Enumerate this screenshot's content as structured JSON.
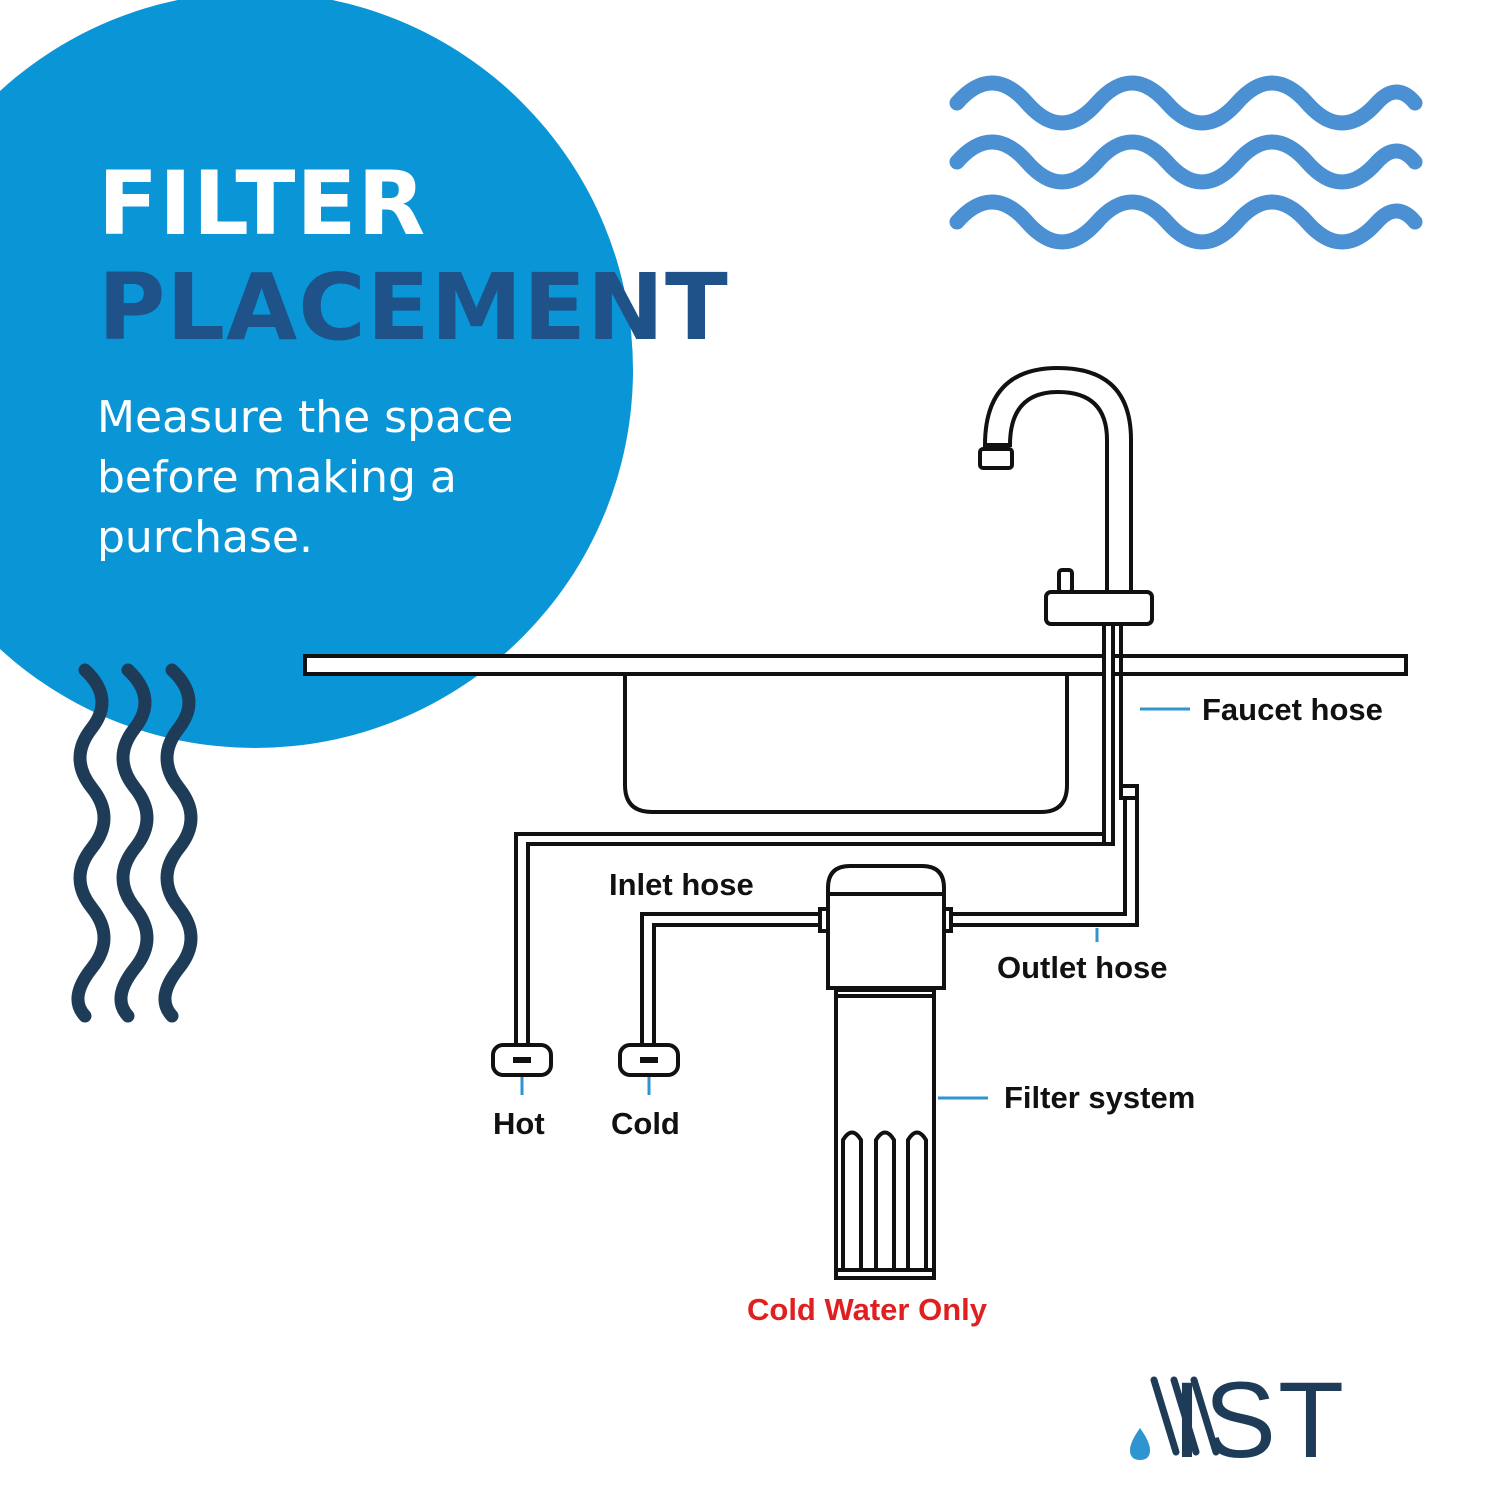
{
  "headline": {
    "line1": "FILTER",
    "line2": "PLACEMENT",
    "subtitle": "Measure the space before making a purchase."
  },
  "labels": {
    "faucet_hose": "Faucet hose",
    "inlet_hose": "Inlet hose",
    "outlet_hose": "Outlet hose",
    "filter_system": "Filter system",
    "hot": "Hot",
    "cold": "Cold",
    "warning": "Cold Water Only"
  },
  "logo": {
    "text": "IST",
    "icon": "water-drop-icon"
  },
  "colors": {
    "circle": "#0a95d6",
    "headline_dark": "#1e5289",
    "wave_light": "#4a90d3",
    "wave_dark": "#1e3c57",
    "line": "#111111",
    "leader": "#2f95d1",
    "warning": "#e02020",
    "logo": "#1e3c57"
  }
}
